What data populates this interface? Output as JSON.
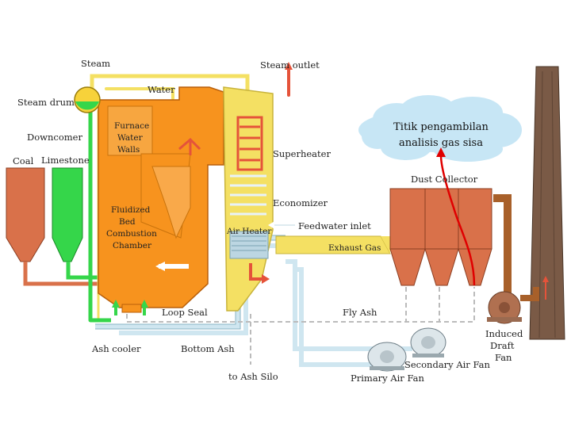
{
  "labels": {
    "steam": "Steam",
    "steam_outlet": "Steam outlet",
    "water": "Water",
    "steam_drum": "Steam drum",
    "downcomer": "Downcomer",
    "coal": "Coal",
    "limestone": "Limestone",
    "furnace_1": "Furnace",
    "furnace_2": "Water",
    "furnace_3": "Walls",
    "fbc_1": "Fluidized",
    "fbc_2": "Bed",
    "fbc_3": "Combustion",
    "fbc_4": "Chamber",
    "superheater": "Superheater",
    "economizer": "Economizer",
    "air_heater": "Air Heater",
    "feedwater_inlet": "Feedwater inlet",
    "exhaust_gas": "Exhaust Gas",
    "dust_collector": "Dust Collector",
    "loop_seal": "Loop Seal",
    "fly_ash": "Fly Ash",
    "ash_cooler": "Ash cooler",
    "bottom_ash": "Bottom Ash",
    "to_ash_silo": "to Ash Silo",
    "secondary_air_fan": "Secondary Air Fan",
    "primary_air_fan": "Primary Air Fan",
    "idf_1": "Induced",
    "idf_2": "Draft",
    "idf_3": "Fan"
  },
  "callout": {
    "line1": "Titik pengambilan",
    "line2": "analisis gas sisa"
  },
  "colors": {
    "furnace": "#f7931e",
    "hopper": "#d9714a",
    "limestone": "#35d64a",
    "water_pipe": "#f4e063",
    "steam_pipe": "#e5533a",
    "air_pipe": "#d8ecf4",
    "stack": "#7a5a46",
    "callout": "#c7e6f5",
    "arrow": "#e00000"
  }
}
